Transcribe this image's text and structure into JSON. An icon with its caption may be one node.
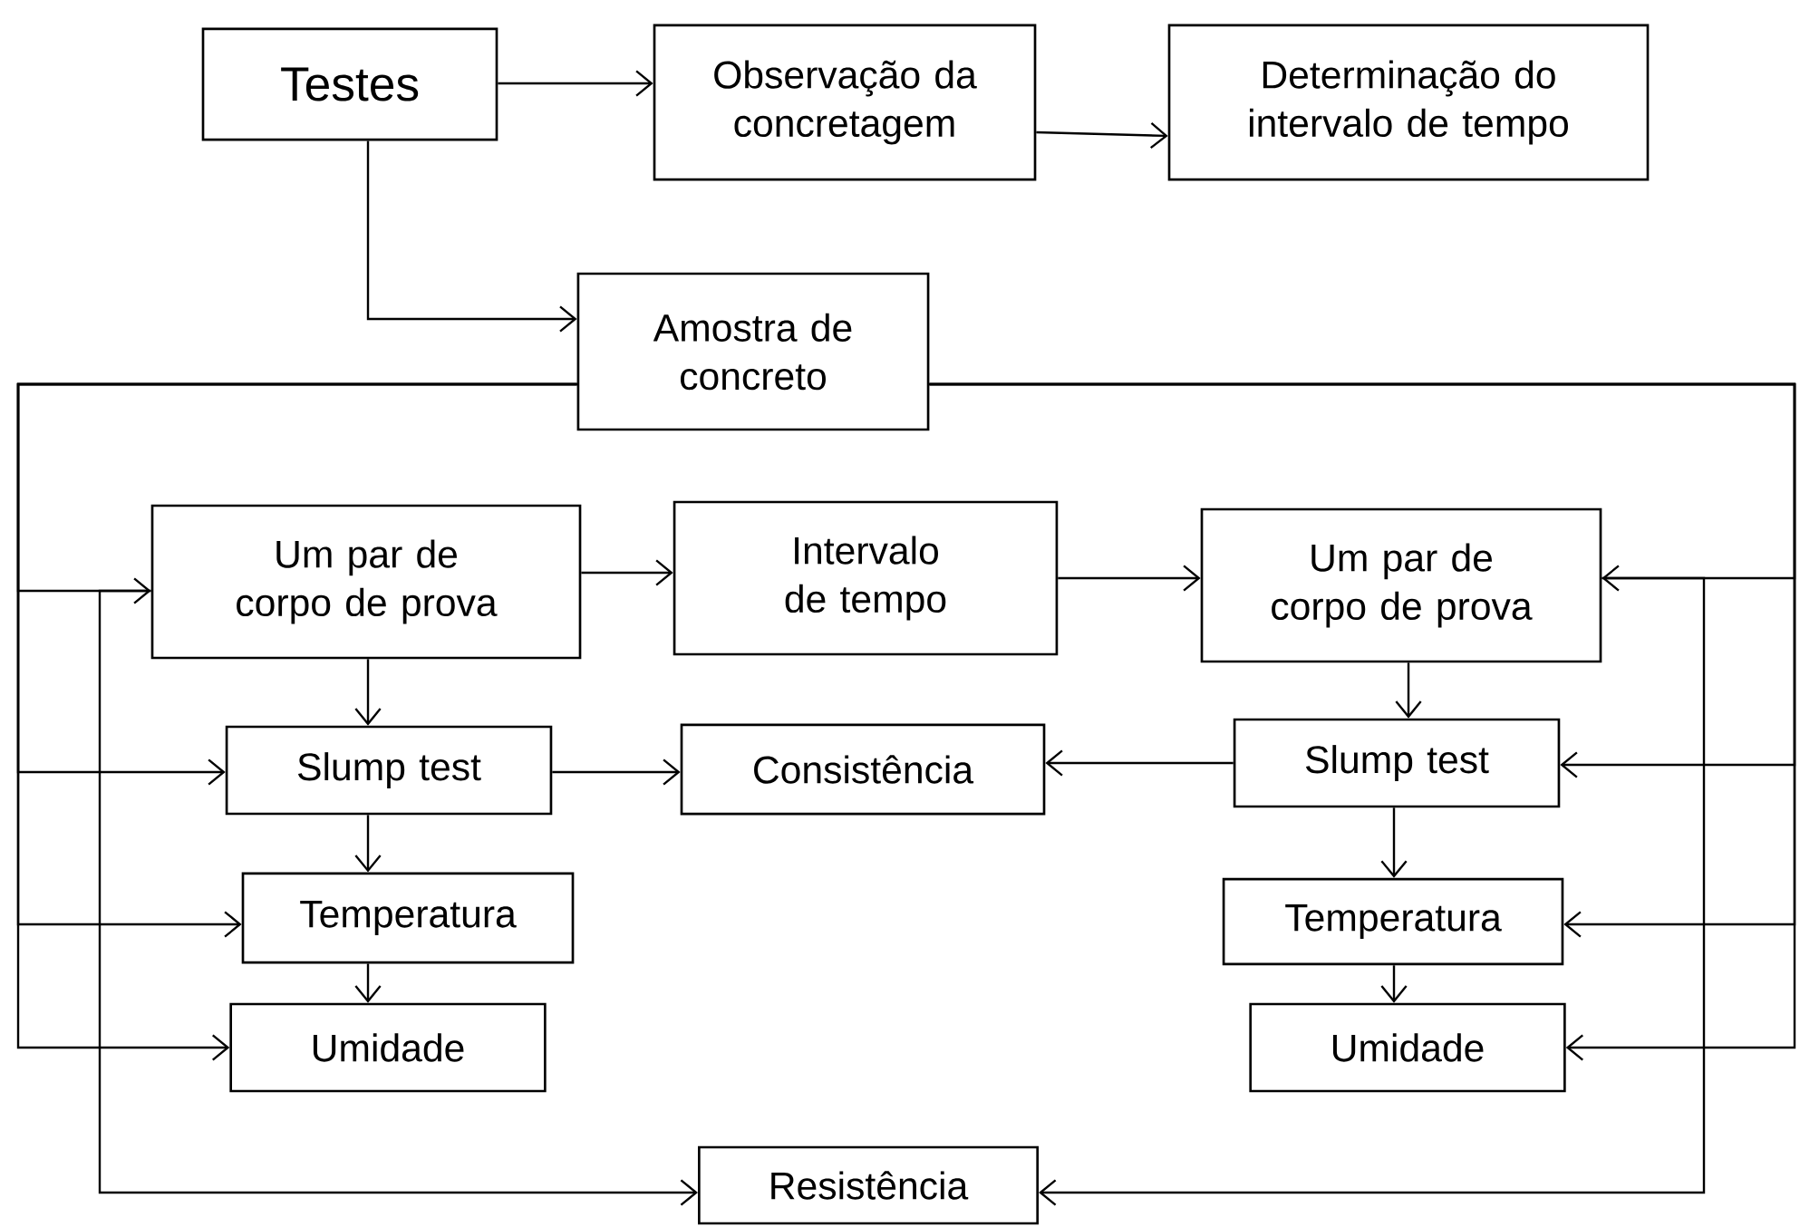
{
  "diagram": {
    "nodes": [
      {
        "text": [
          "Testes"
        ]
      },
      {
        "text": [
          "Observação da concretagem"
        ]
      },
      {
        "text": [
          "Determinação do intervalo de tempo"
        ]
      },
      {
        "text": [
          "Amostra de concreto"
        ]
      },
      {
        "text": [
          "Um par de corpo de prova"
        ]
      },
      {
        "text": [
          "Intervalo de tempo"
        ]
      },
      {
        "text": [
          "Um par de corpo de prova"
        ]
      },
      {
        "text": [
          "Slump test"
        ]
      },
      {
        "text": [
          "Consistência"
        ]
      },
      {
        "text": [
          "Slump test"
        ]
      },
      {
        "text": [
          "Temperatura"
        ]
      },
      {
        "text": [
          "Umidade"
        ]
      },
      {
        "text": [
          "Temperatura"
        ]
      },
      {
        "text": [
          "Umidade"
        ]
      },
      {
        "text": [
          "Resistência"
        ]
      }
    ],
    "edges": [
      {
        "from": 0,
        "to": 1,
        "arrow": "to"
      },
      {
        "from": 1,
        "to": 2,
        "arrow": "to"
      },
      {
        "from": 0,
        "to": 3,
        "arrow": "to"
      },
      {
        "from": 3,
        "to": 4,
        "arrow": "to"
      },
      {
        "from": 3,
        "to": 7,
        "arrow": "to"
      },
      {
        "from": 3,
        "to": 10,
        "arrow": "to"
      },
      {
        "from": 3,
        "to": 11,
        "arrow": "to"
      },
      {
        "from": 3,
        "to": 6,
        "arrow": "to"
      },
      {
        "from": 3,
        "to": 9,
        "arrow": "to"
      },
      {
        "from": 3,
        "to": 12,
        "arrow": "to"
      },
      {
        "from": 3,
        "to": 13,
        "arrow": "to"
      },
      {
        "from": 4,
        "to": 5,
        "arrow": "to"
      },
      {
        "from": 5,
        "to": 6,
        "arrow": "to"
      },
      {
        "from": 4,
        "to": 7,
        "arrow": "to"
      },
      {
        "from": 6,
        "to": 9,
        "arrow": "to"
      },
      {
        "from": 7,
        "to": 8,
        "arrow": "to"
      },
      {
        "from": 9,
        "to": 8,
        "arrow": "to"
      },
      {
        "from": 7,
        "to": 10,
        "arrow": "to"
      },
      {
        "from": 9,
        "to": 12,
        "arrow": "to"
      },
      {
        "from": 10,
        "to": 11,
        "arrow": "to"
      },
      {
        "from": 12,
        "to": 13,
        "arrow": "to"
      },
      {
        "from": 4,
        "to": 14,
        "arrow": "to"
      },
      {
        "from": 6,
        "to": 14,
        "arrow": "to"
      }
    ]
  }
}
